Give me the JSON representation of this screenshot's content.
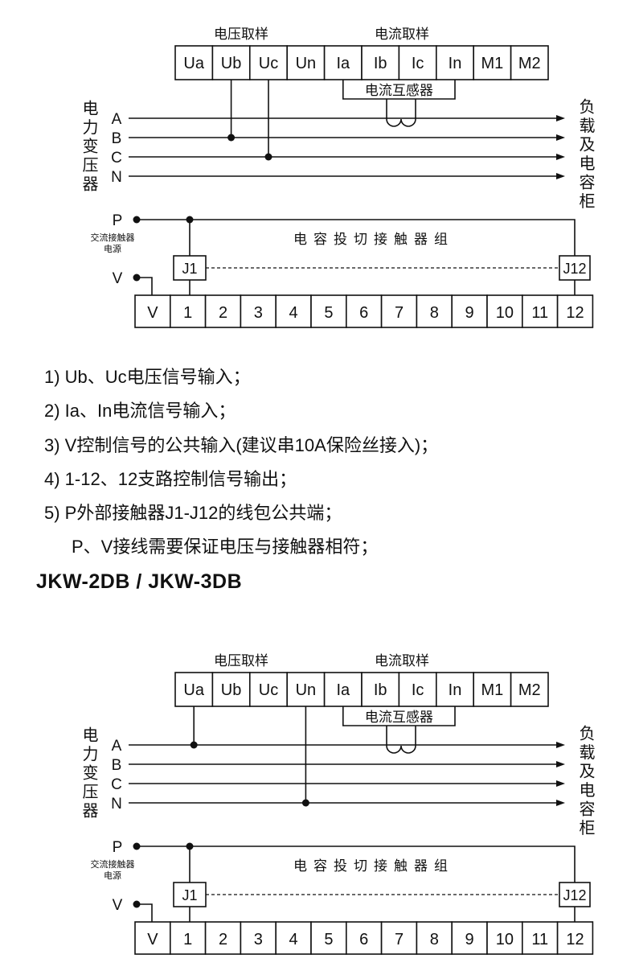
{
  "diagrams": [
    {
      "name": "diagram-1",
      "voltage_sampling_label": "电压取样",
      "current_sampling_label": "电流取样",
      "top_terminals": [
        "Ua",
        "Ub",
        "Uc",
        "Un",
        "Ia",
        "Ib",
        "Ic",
        "In",
        "M1",
        "M2"
      ],
      "voltage_taps": [
        {
          "terminal": "Ub",
          "line": "B"
        },
        {
          "terminal": "Uc",
          "line": "C"
        }
      ],
      "ct_label": "电流互感器",
      "source_label": "电力变压器",
      "lines": [
        "A",
        "B",
        "C",
        "N"
      ],
      "load_label": "负载及电容柜",
      "p_label": "P",
      "v_label": "V",
      "supply_label_1": "交流接触器",
      "supply_label_2": "电源",
      "contactor_group_label": "电容投切接触器组",
      "contactor_first": "J1",
      "contactor_last": "J12",
      "bottom_terminals": [
        "V",
        "1",
        "2",
        "3",
        "4",
        "5",
        "6",
        "7",
        "8",
        "9",
        "10",
        "11",
        "12"
      ]
    },
    {
      "name": "diagram-2",
      "voltage_sampling_label": "电压取样",
      "current_sampling_label": "电流取样",
      "top_terminals": [
        "Ua",
        "Ub",
        "Uc",
        "Un",
        "Ia",
        "Ib",
        "Ic",
        "In",
        "M1",
        "M2"
      ],
      "voltage_taps": [
        {
          "terminal": "Ua",
          "line": "A"
        },
        {
          "terminal": "Un",
          "line": "N"
        }
      ],
      "ct_label": "电流互感器",
      "source_label": "电力变压器",
      "lines": [
        "A",
        "B",
        "C",
        "N"
      ],
      "load_label": "负载及电容柜",
      "p_label": "P",
      "v_label": "V",
      "supply_label_1": "交流接触器",
      "supply_label_2": "电源",
      "contactor_group_label": "电容投切接触器组",
      "contactor_first": "J1",
      "contactor_last": "J12",
      "bottom_terminals": [
        "V",
        "1",
        "2",
        "3",
        "4",
        "5",
        "6",
        "7",
        "8",
        "9",
        "10",
        "11",
        "12"
      ]
    }
  ],
  "notes": [
    "1) Ub、Uc电压信号输入；",
    "2) Ia、In电流信号输入；",
    "3) V控制信号的公共输入(建议串10A保险丝接入)；",
    "4) 1-12、12支路控制信号输出；",
    "5) P外部接触器J1-J12的线包公共端；",
    "P、V接线需要保证电压与接触器相符；"
  ],
  "model_title": "JKW-2DB / JKW-3DB"
}
